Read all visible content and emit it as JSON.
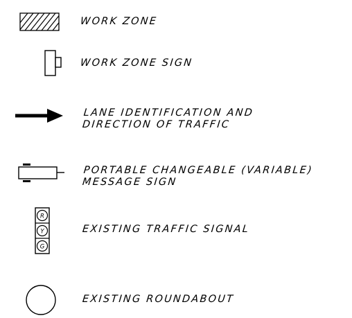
{
  "legend": {
    "items": [
      {
        "icon": "work-zone-hatch-icon",
        "lines": [
          "WORK ZONE"
        ]
      },
      {
        "icon": "work-zone-sign-icon",
        "lines": [
          "WORK ZONE SIGN"
        ]
      },
      {
        "icon": "direction-arrow-icon",
        "lines": [
          "LANE IDENTIFICATION AND",
          "DIRECTION OF TRAFFIC"
        ]
      },
      {
        "icon": "message-sign-icon",
        "lines": [
          "PORTABLE CHANGEABLE (VARIABLE)",
          "MESSAGE SIGN"
        ]
      },
      {
        "icon": "traffic-signal-icon",
        "lines": [
          "EXISTING TRAFFIC SIGNAL"
        ]
      },
      {
        "icon": "roundabout-icon",
        "lines": [
          "EXISTING ROUNDABOUT"
        ]
      }
    ],
    "signal_letters": {
      "red": "R",
      "yellow": "Y",
      "green": "G"
    }
  },
  "colors": {
    "ink": "#000000",
    "background": "#ffffff"
  }
}
